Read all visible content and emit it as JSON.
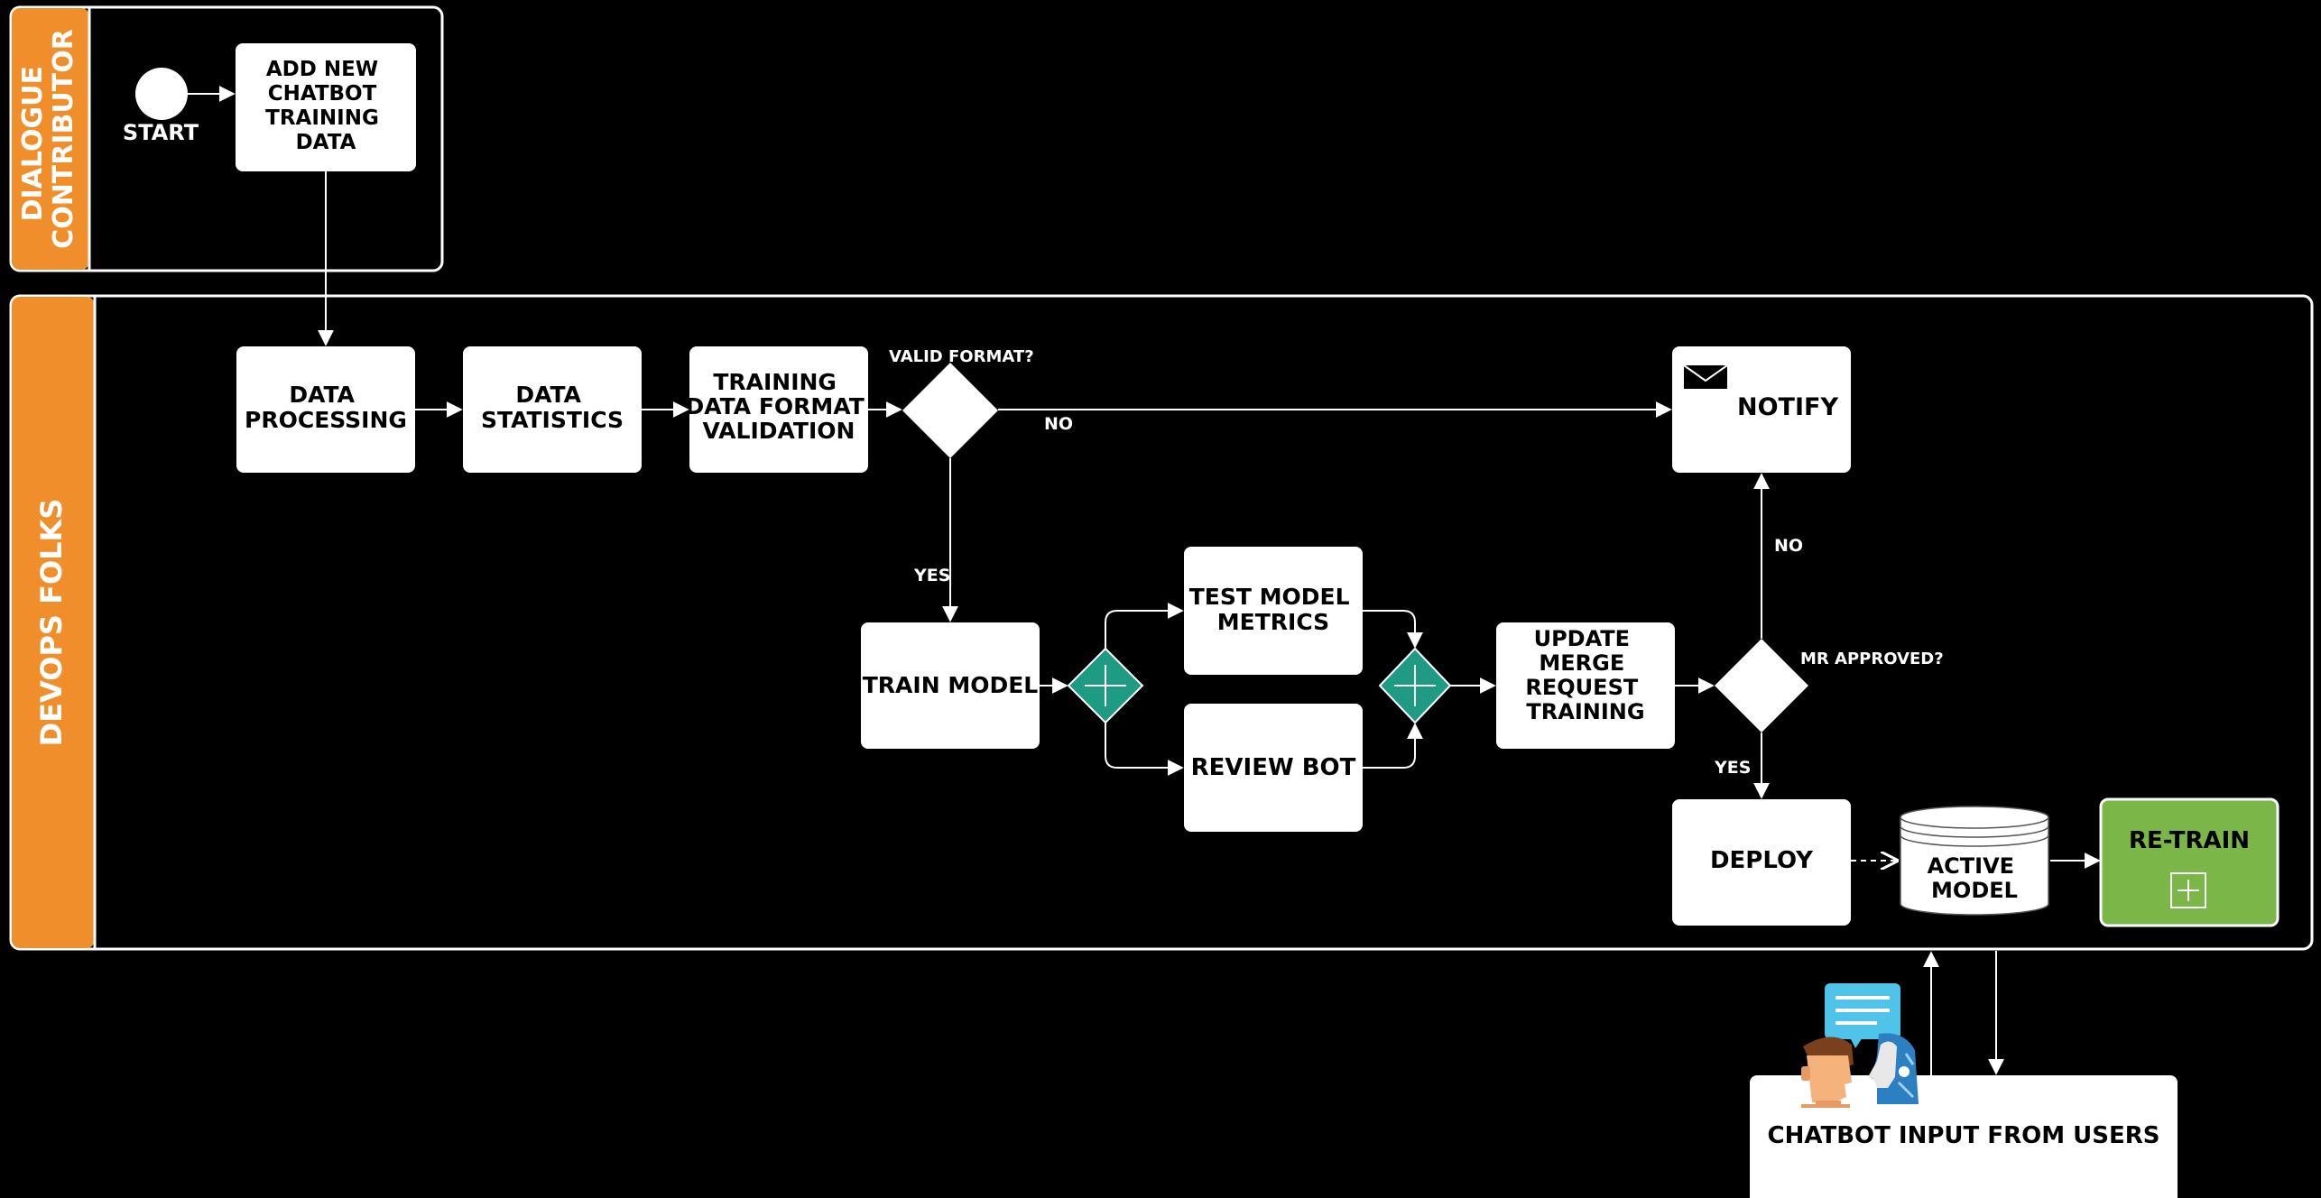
{
  "colors": {
    "background": "#000000",
    "lane_header": "#F08E2B",
    "parallel_gateway": "#1E9B82",
    "subprocess": "#7AB648",
    "task": "#FFFFFF"
  },
  "lanes": {
    "dialogue_contributor": [
      "DIALOGUE",
      "CONTRIBUTOR"
    ],
    "devops_folks": "DEVOPS FOLKS"
  },
  "start_event": {
    "label": "START"
  },
  "tasks": {
    "add_training_data": [
      "ADD NEW",
      "CHATBOT",
      "TRAINING",
      "DATA"
    ],
    "data_processing": [
      "DATA",
      "PROCESSING"
    ],
    "data_statistics": [
      "DATA",
      "STATISTICS"
    ],
    "format_validation": [
      "TRAINING",
      "DATA FORMAT",
      "VALIDATION"
    ],
    "notify": "NOTIFY",
    "train_model": "TRAIN MODEL",
    "test_model_metrics": [
      "TEST MODEL",
      "METRICS"
    ],
    "review_bot": "REVIEW BOT",
    "update_merge_request": [
      "UPDATE",
      "MERGE",
      "REQUEST",
      "TRAINING"
    ],
    "deploy": "DEPLOY",
    "retrain": "RE-TRAIN",
    "chatbot_input": "CHATBOT INPUT FROM USERS"
  },
  "data_store": {
    "label": [
      "ACTIVE",
      "MODEL"
    ]
  },
  "gateways": {
    "valid_format": "VALID FORMAT?",
    "mr_approved": "MR APPROVED?"
  },
  "edge_labels": {
    "valid_no": "NO",
    "valid_yes": "YES",
    "mr_no": "NO",
    "mr_yes": "YES"
  },
  "icons": [
    "envelope-icon",
    "plus-marker-icon",
    "chat-bubble-icon",
    "human-face-icon",
    "robot-face-icon"
  ]
}
